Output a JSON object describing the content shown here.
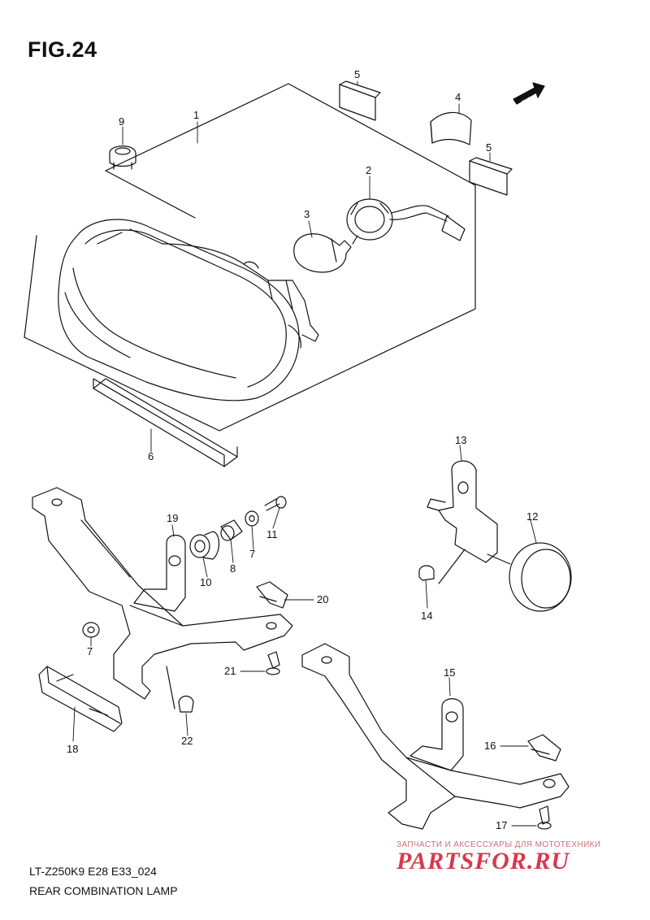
{
  "figure": {
    "title": "FIG.24"
  },
  "callouts": [
    {
      "id": "c1",
      "label": "1"
    },
    {
      "id": "c2",
      "label": "2"
    },
    {
      "id": "c3",
      "label": "3"
    },
    {
      "id": "c4",
      "label": "4"
    },
    {
      "id": "c5a",
      "label": "5"
    },
    {
      "id": "c5b",
      "label": "5"
    },
    {
      "id": "c6",
      "label": "6"
    },
    {
      "id": "c7a",
      "label": "7"
    },
    {
      "id": "c7b",
      "label": "7"
    },
    {
      "id": "c8",
      "label": "8"
    },
    {
      "id": "c9",
      "label": "9"
    },
    {
      "id": "c10",
      "label": "10"
    },
    {
      "id": "c11",
      "label": "11"
    },
    {
      "id": "c12",
      "label": "12"
    },
    {
      "id": "c13",
      "label": "13"
    },
    {
      "id": "c14",
      "label": "14"
    },
    {
      "id": "c15",
      "label": "15"
    },
    {
      "id": "c16",
      "label": "16"
    },
    {
      "id": "c17",
      "label": "17"
    },
    {
      "id": "c18",
      "label": "18"
    },
    {
      "id": "c19",
      "label": "19"
    },
    {
      "id": "c20",
      "label": "20"
    },
    {
      "id": "c21",
      "label": "21"
    },
    {
      "id": "c22",
      "label": "22"
    }
  ],
  "fwd_label": "FWD",
  "caption": {
    "model_code": "LT-Z250K9 E28 E33_024",
    "section_name": "REAR COMBINATION LAMP"
  },
  "watermark": {
    "tagline": "ЗАПЧАСТИ И АКСЕССУАРЫ ДЛЯ МОТОТЕХНИКИ",
    "brand": "PARTSFOR.RU"
  }
}
